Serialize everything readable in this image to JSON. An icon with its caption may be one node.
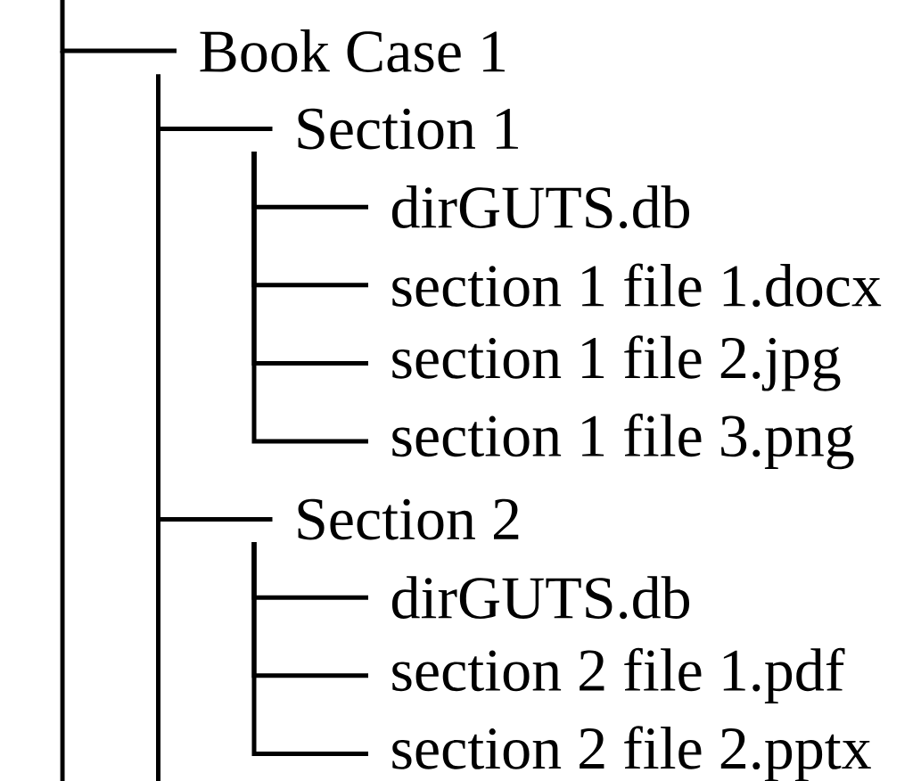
{
  "diagram": {
    "nodes": [
      {
        "text": [
          "Book Case 1"
        ]
      },
      {
        "text": [
          "Section 1"
        ]
      },
      {
        "text": [
          "dirGUTS.db"
        ]
      },
      {
        "text": [
          "section 1 file 1.docx"
        ]
      },
      {
        "text": [
          "section 1 file 2.jpg"
        ]
      },
      {
        "text": [
          "section 1 file 3.png"
        ]
      },
      {
        "text": [
          "Section 2"
        ]
      },
      {
        "text": [
          "dirGUTS.db"
        ]
      },
      {
        "text": [
          "section 2 file 1.pdf"
        ]
      },
      {
        "text": [
          "section 2 file 2.pptx"
        ]
      }
    ],
    "edges": [
      {
        "from": null,
        "to": 0,
        "arrow": "none"
      },
      {
        "from": 0,
        "to": 1,
        "arrow": "none"
      },
      {
        "from": 1,
        "to": 2,
        "arrow": "none"
      },
      {
        "from": 1,
        "to": 3,
        "arrow": "none"
      },
      {
        "from": 1,
        "to": 4,
        "arrow": "none"
      },
      {
        "from": 1,
        "to": 5,
        "arrow": "none"
      },
      {
        "from": 0,
        "to": 6,
        "arrow": "none"
      },
      {
        "from": 6,
        "to": 7,
        "arrow": "none"
      },
      {
        "from": 6,
        "to": 8,
        "arrow": "none"
      },
      {
        "from": 6,
        "to": 9,
        "arrow": "none"
      }
    ]
  }
}
